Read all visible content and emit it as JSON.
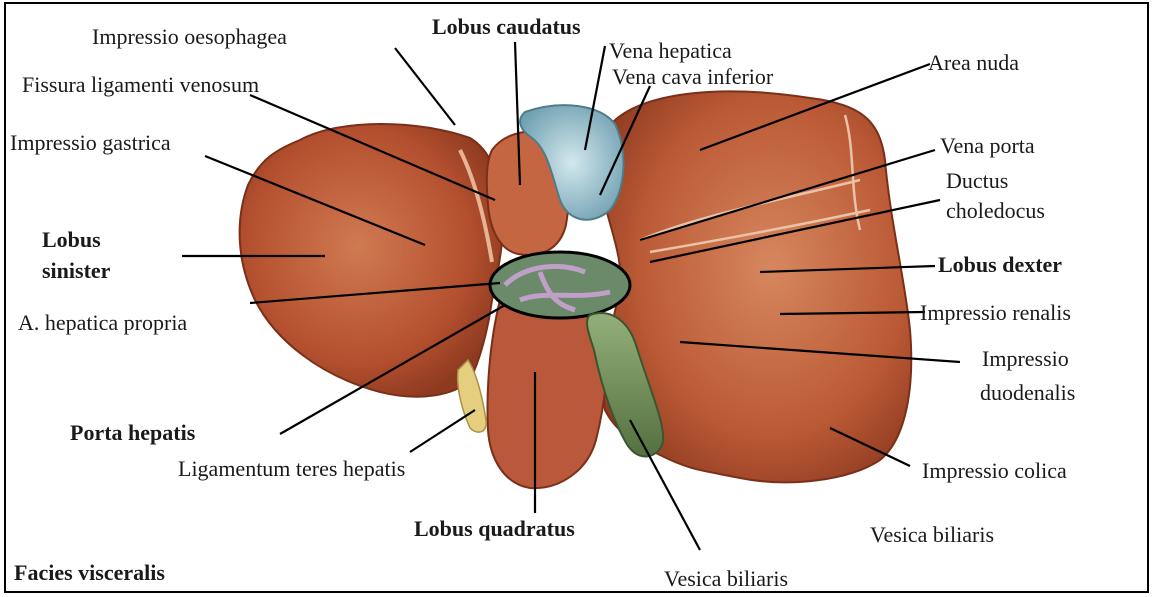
{
  "figure": {
    "caption": "Facies visceralis"
  },
  "labels": {
    "impressio_oesophagea": "Impressio oesophagea",
    "lobus_caudatus": "Lobus caudatus",
    "vena_hepatica": "Vena hepatica",
    "vena_cava_inferior": "Vena cava inferior",
    "fissura_ligamenti_venosum": "Fissura ligamenti venosum",
    "area_nuda": "Area nuda",
    "impressio_gastrica": "Impressio gastrica",
    "vena_porta": "Vena porta",
    "ductus_choledocus_1": "Ductus",
    "ductus_choledocus_2": "choledocus",
    "lobus_sinister_1": "Lobus",
    "lobus_sinister_2": "sinister",
    "lobus_dexter": "Lobus dexter",
    "a_hepatica_propria": "A. hepatica propria",
    "impressio_renalis": "Impressio renalis",
    "impressio_duodenalis_1": "Impressio",
    "impressio_duodenalis_2": "duodenalis",
    "porta_hepatis": "Porta hepatis",
    "ligamentum_teres_hepatis": "Ligamentum teres hepatis",
    "impressio_colica": "Impressio colica",
    "lobus_quadratus": "Lobus quadratus",
    "vesica_biliaris_right": "Vesica biliaris",
    "vesica_biliaris_bottom": "Vesica biliaris"
  },
  "colors": {
    "liver": "#b4502f",
    "liver_light": "#d98a63",
    "liver_dark": "#8e3a20",
    "gallbladder": "#7a9a5a",
    "vena_cava": "#8fb9c6",
    "ligament": "#d9c27a",
    "leader": "#000000"
  }
}
